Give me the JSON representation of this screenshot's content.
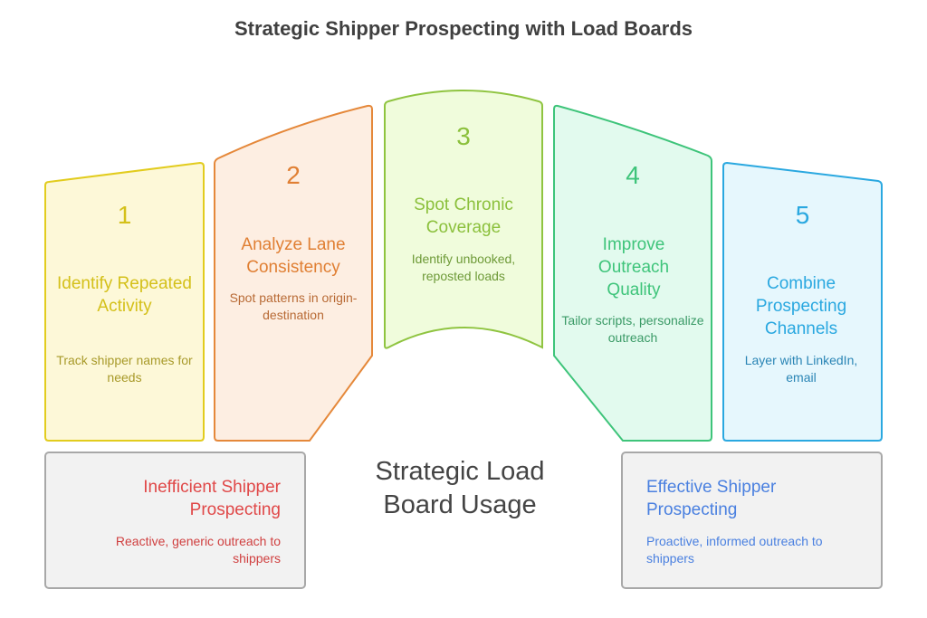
{
  "title": "Strategic Shipper Prospecting with Load Boards",
  "center_label": "Strategic Load Board Usage",
  "steps": [
    {
      "number": "1",
      "title": "Identify Repeated Activity",
      "description": "Track shipper names for needs",
      "color": "#d4c01a",
      "fill": "#fdf8d8"
    },
    {
      "number": "2",
      "title": "Analyze Lane Consistency",
      "description": "Spot patterns in origin-destination",
      "color": "#e5883a",
      "fill": "#fdeee2"
    },
    {
      "number": "3",
      "title": "Spot Chronic Coverage",
      "description": "Identify unbooked, reposted loads",
      "color": "#8fc440",
      "fill": "#f0fcdc"
    },
    {
      "number": "4",
      "title": "Improve Outreach Quality",
      "description": "Tailor scripts, personalize outreach",
      "color": "#3ec47a",
      "fill": "#e2faee"
    },
    {
      "number": "5",
      "title": "Combine Prospecting Channels",
      "description": "Layer with LinkedIn, email",
      "color": "#2aa8e0",
      "fill": "#e6f7fd"
    }
  ],
  "left_box": {
    "title": "Inefficient Shipper Prospecting",
    "description": "Reactive, generic outreach to shippers",
    "color": "#e04848"
  },
  "right_box": {
    "title": "Effective Shipper Prospecting",
    "description": "Proactive, informed outreach to shippers",
    "color": "#4a80e0"
  }
}
